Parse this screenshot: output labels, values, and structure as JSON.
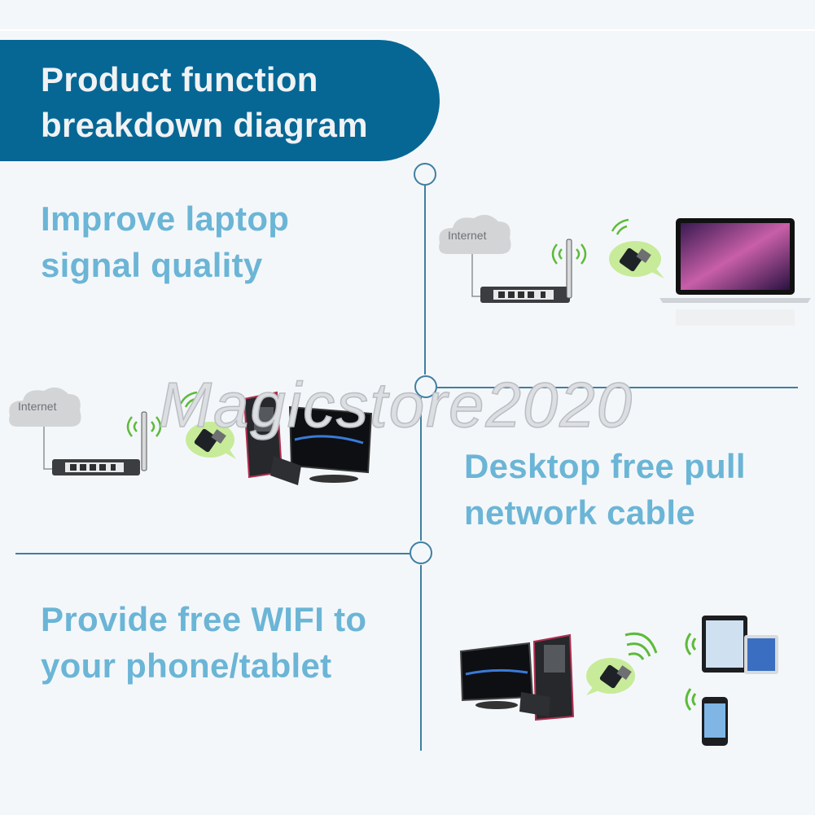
{
  "banner": {
    "line1": "Product function",
    "line2": "breakdown diagram"
  },
  "features": [
    {
      "line1": "Improve laptop",
      "line2": "signal quality"
    },
    {
      "line1": "Desktop free pull",
      "line2": "network cable"
    },
    {
      "line1": "Provide free WIFI to",
      "line2": "your phone/tablet"
    }
  ],
  "scenes": {
    "laptop": {
      "cloud_label": "Internet"
    },
    "desktop": {
      "cloud_label": "Internet"
    }
  },
  "watermark": "Magicstore2020",
  "colors": {
    "banner_bg": "#066795",
    "heading_text": "#6bb5d6",
    "timeline": "#3f7fa2",
    "signal_green": "#5dbb3a",
    "bubble_green": "#c8eb9a",
    "background": "#f4f7fa"
  }
}
